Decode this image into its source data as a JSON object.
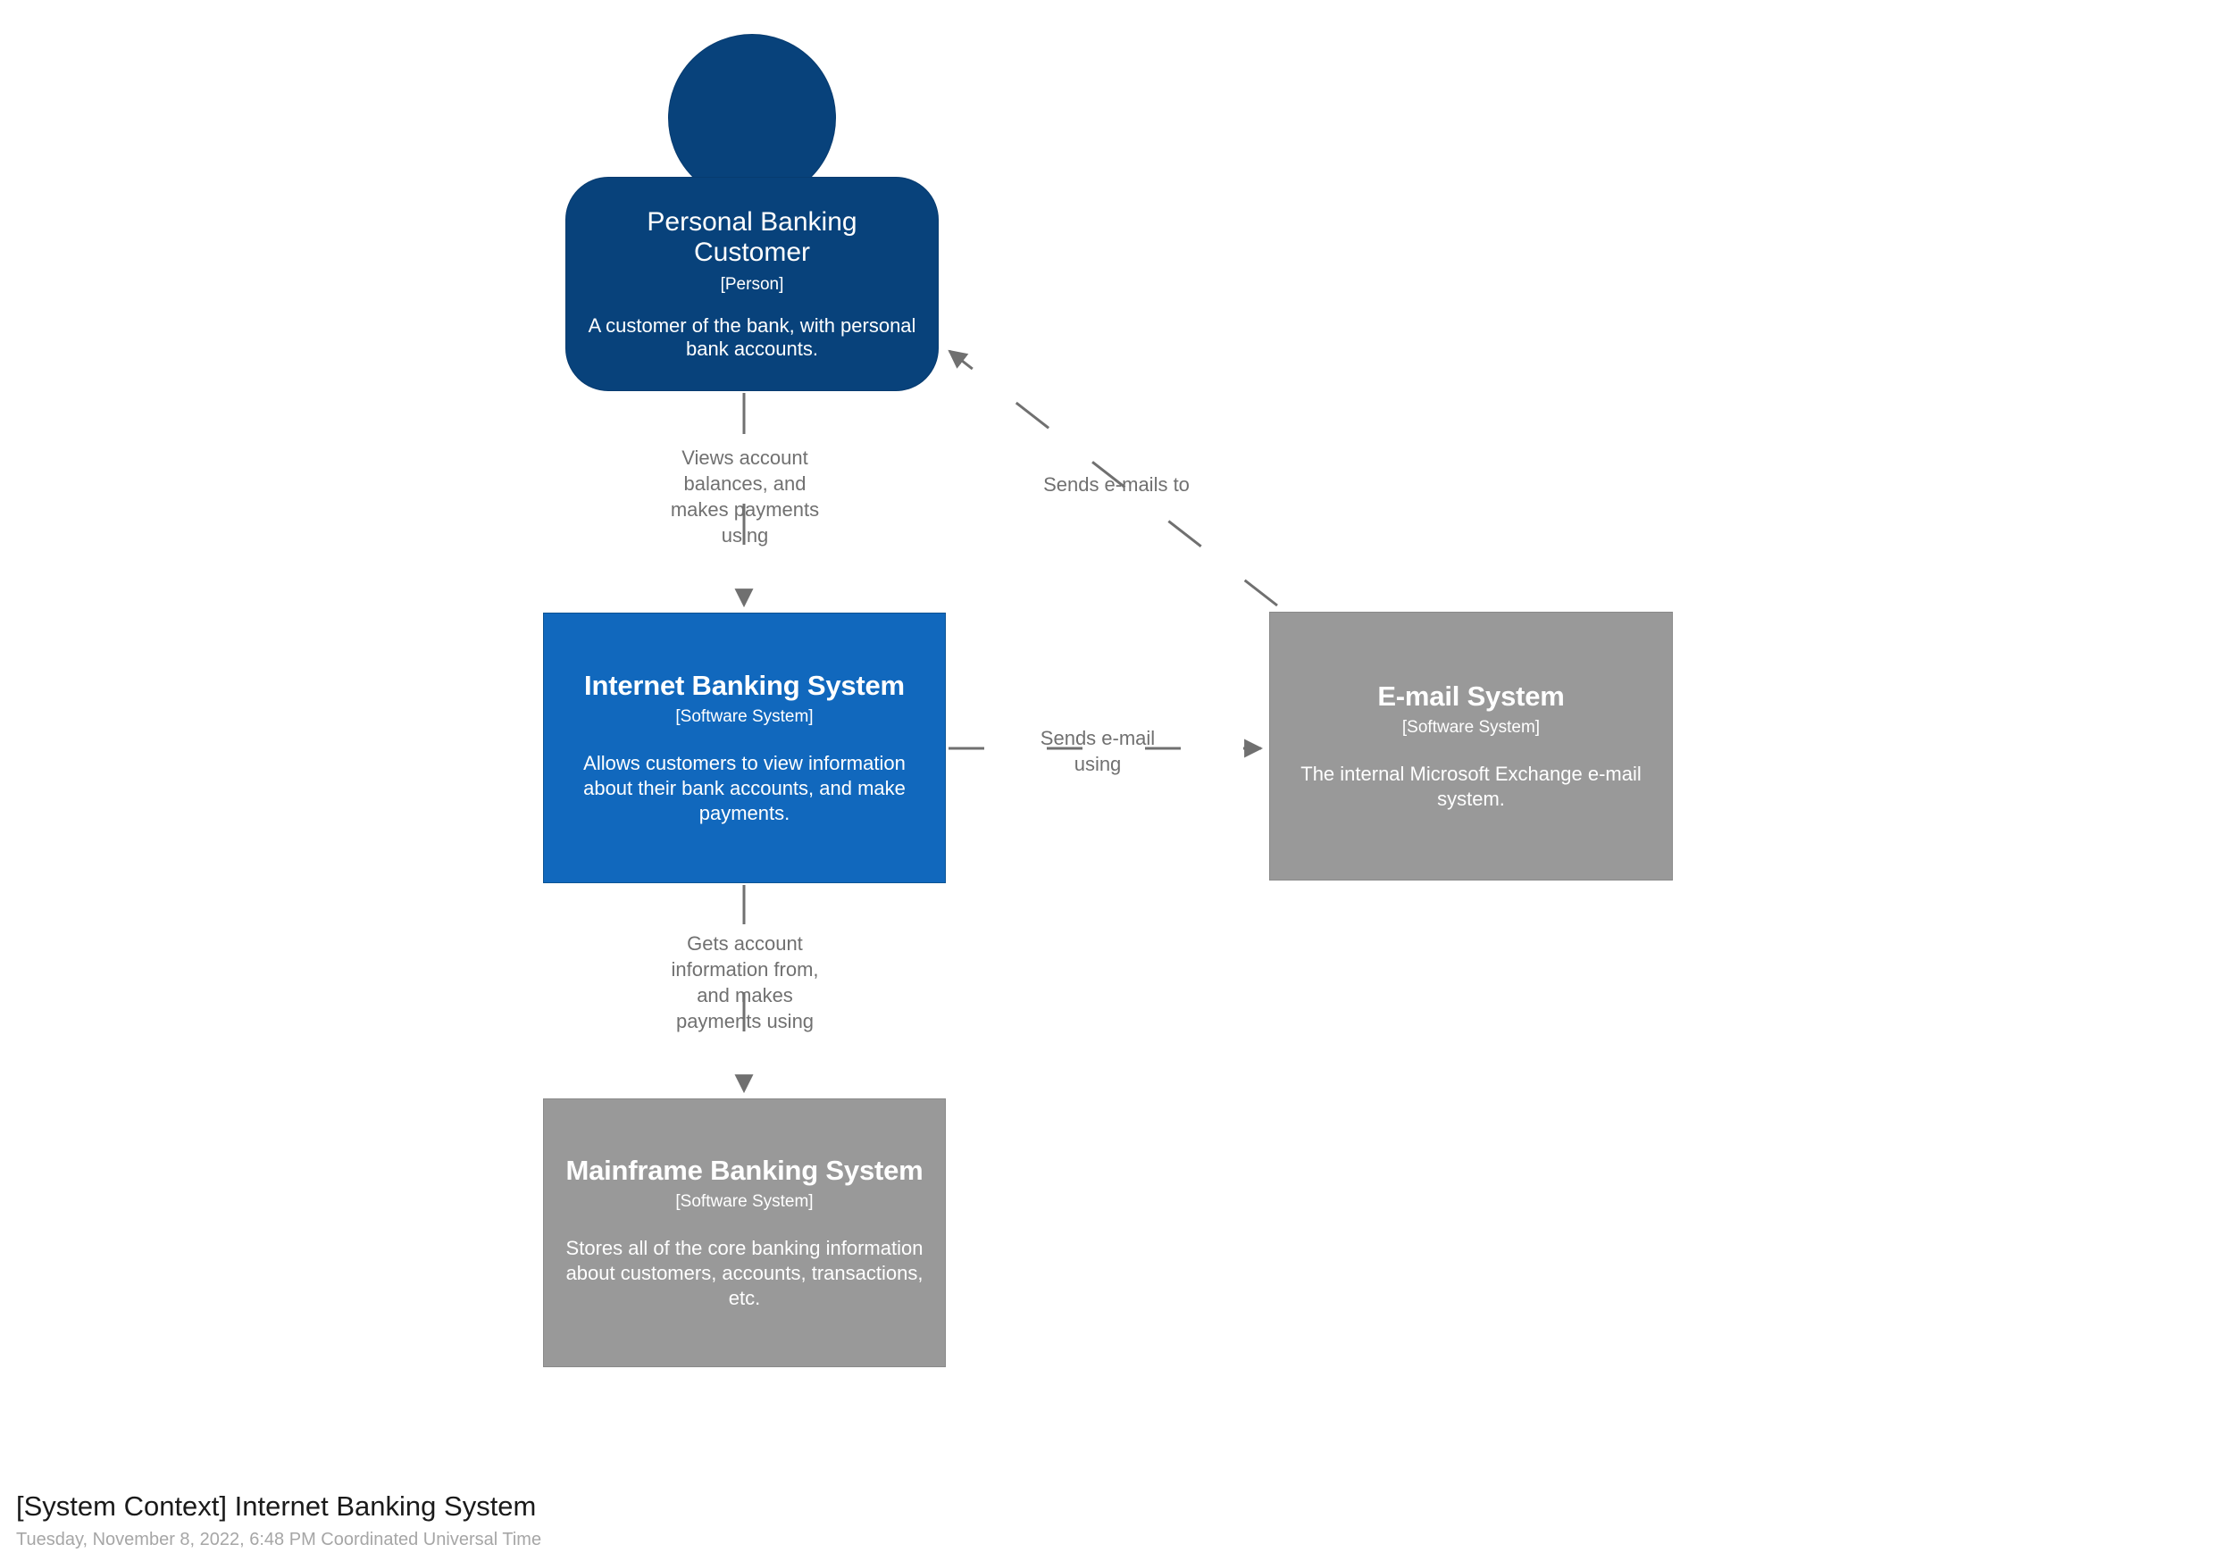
{
  "diagram": {
    "kind": "C4 System Context",
    "background_color": "#ffffff",
    "colors": {
      "person_fill": "#08427B",
      "person_stroke": "#073B6F",
      "in_scope_system_fill": "#1168BD",
      "in_scope_system_stroke": "#0B5394",
      "external_system_fill": "#999999",
      "external_system_stroke": "#8A8A8A",
      "relationship_line": "#707070",
      "relationship_text": "#707070",
      "element_text": "#FFFFFF"
    }
  },
  "elements": {
    "person": {
      "name": "Personal Banking Customer",
      "type": "[Person]",
      "description": "A customer of the bank, with personal bank accounts."
    },
    "internet_banking_system": {
      "name": "Internet Banking System",
      "type": "[Software System]",
      "description": "Allows customers to view information about their bank accounts, and make payments."
    },
    "email_system": {
      "name": "E-mail System",
      "type": "[Software System]",
      "description": "The internal Microsoft Exchange e-mail system."
    },
    "mainframe_banking_system": {
      "name": "Mainframe Banking System",
      "type": "[Software System]",
      "description": "Stores all of the core banking information about customers, accounts, transactions, etc."
    }
  },
  "relationships": [
    {
      "id": "customer-to-internet-banking",
      "source": "Personal Banking Customer",
      "destination": "Internet Banking System",
      "label": "Views account\nbalances, and\nmakes payments\nusing",
      "style": "dashed",
      "direction": "down"
    },
    {
      "id": "internet-banking-to-email",
      "source": "Internet Banking System",
      "destination": "E-mail System",
      "label": "Sends e-mail\nusing",
      "style": "dashed",
      "direction": "right"
    },
    {
      "id": "email-to-customer",
      "source": "E-mail System",
      "destination": "Personal Banking Customer",
      "label": "Sends e-mails to",
      "style": "dashed",
      "direction": "up-left"
    },
    {
      "id": "internet-banking-to-mainframe",
      "source": "Internet Banking System",
      "destination": "Mainframe Banking System",
      "label": "Gets account\ninformation from,\nand makes\npayments using",
      "style": "dashed",
      "direction": "down"
    }
  ],
  "footer": {
    "title": "[System Context] Internet Banking System",
    "timestamp": "Tuesday, November 8, 2022, 6:48 PM Coordinated Universal Time"
  }
}
